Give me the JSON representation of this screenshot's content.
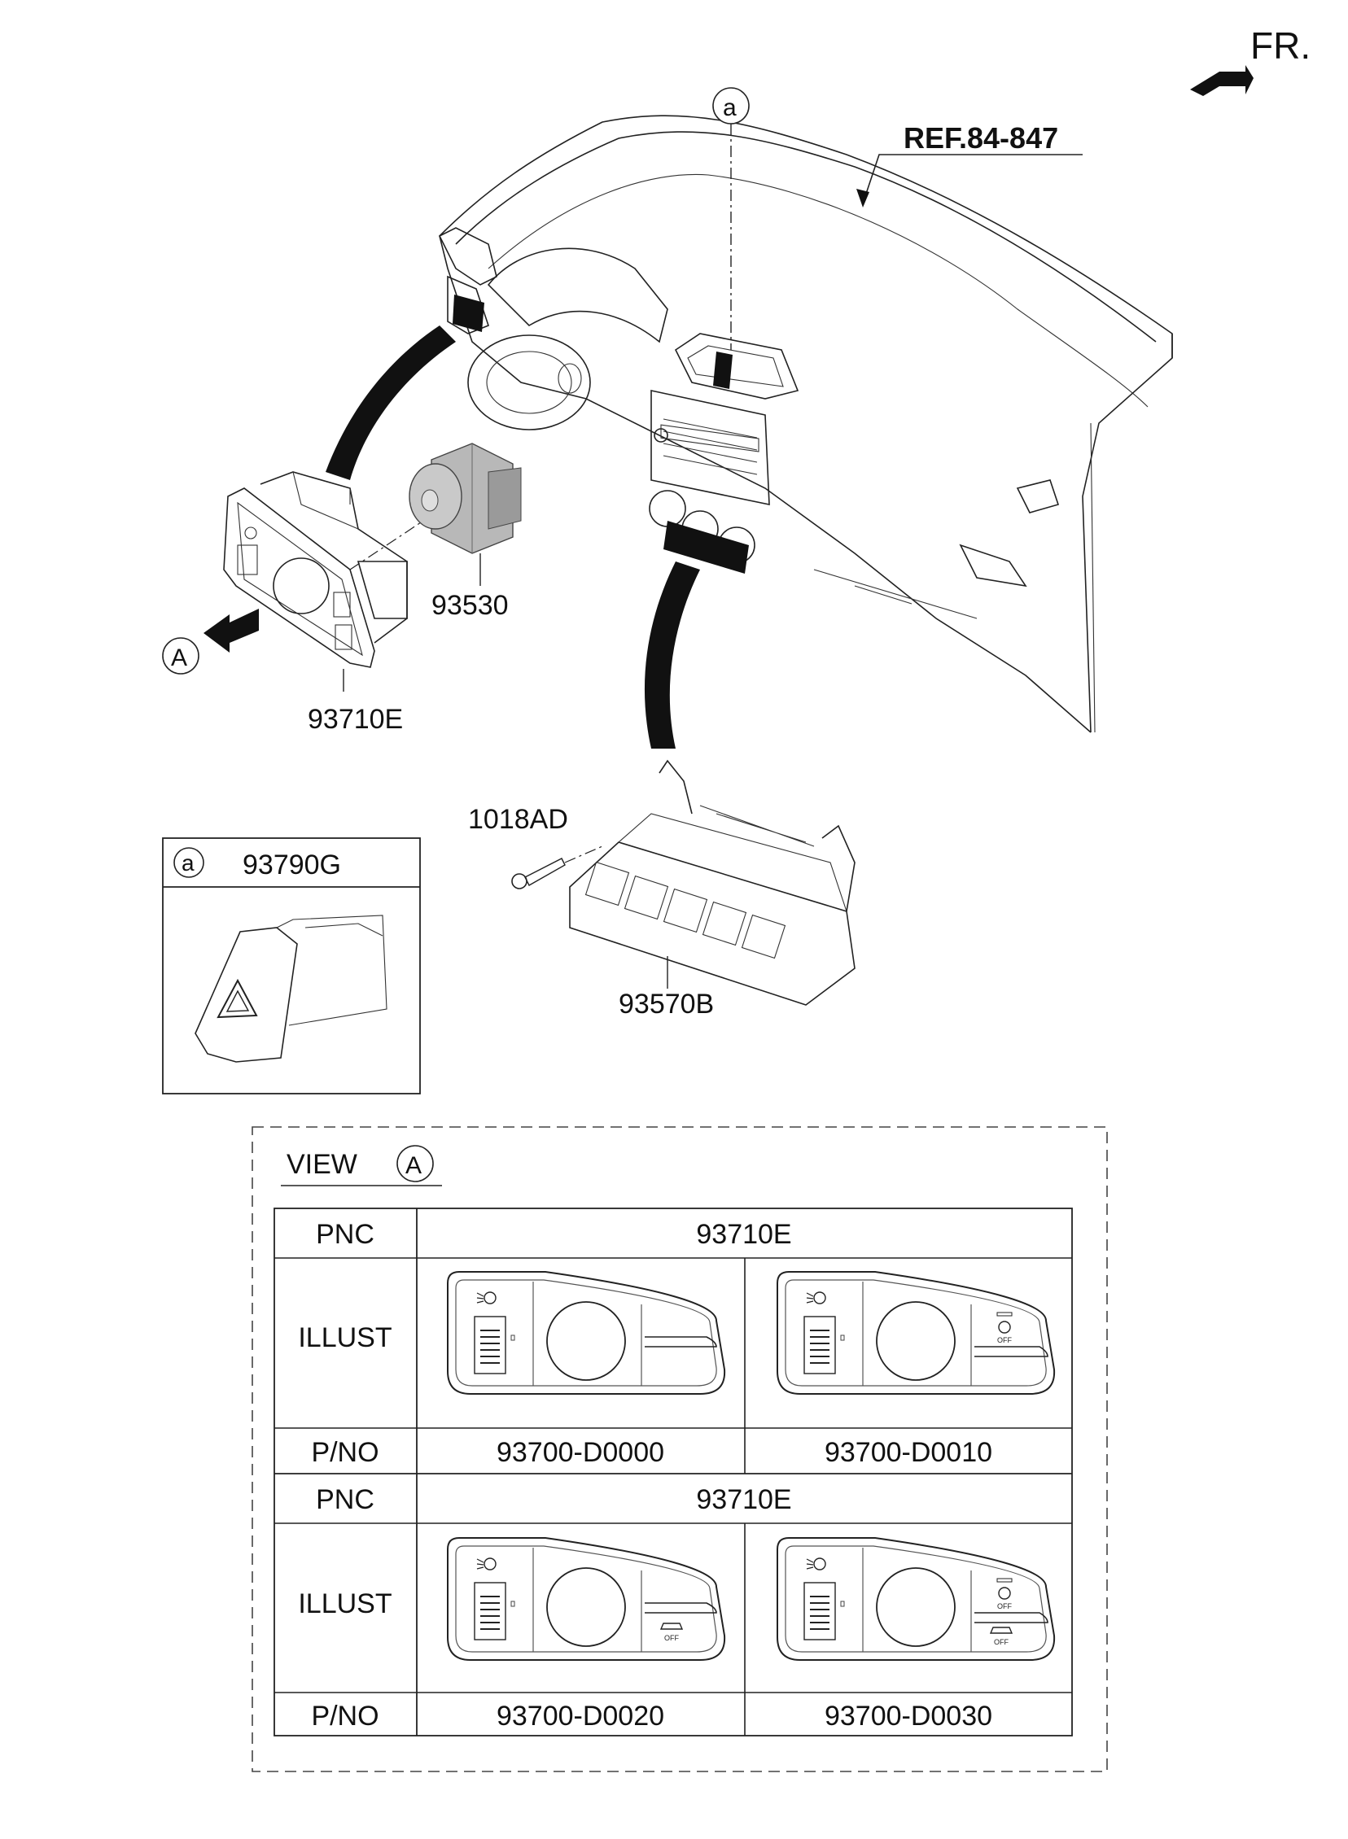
{
  "front_marker": "FR.",
  "ref_label": "REF.84-847",
  "callout_a": "a",
  "view_marker": "A",
  "parts": {
    "switch_assembly": "93710E",
    "module": "93530",
    "screw": "1018AD",
    "switch_panel": "93570B"
  },
  "inset": {
    "marker": "a",
    "part": "93790G"
  },
  "view": {
    "title": "VIEW",
    "marker": "A",
    "row_labels": {
      "pnc": "PNC",
      "illust": "ILLUST",
      "pno": "P/NO"
    },
    "groups": [
      {
        "pnc": "93710E",
        "pnos": [
          "93700-D0000",
          "93700-D0010"
        ]
      },
      {
        "pnc": "93710E",
        "pnos": [
          "93700-D0020",
          "93700-D0030"
        ]
      }
    ]
  }
}
